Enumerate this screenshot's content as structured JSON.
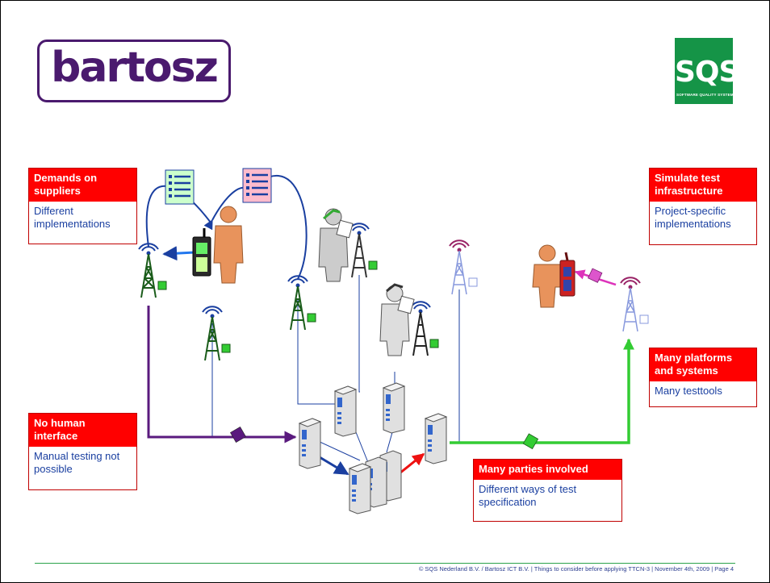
{
  "logos": {
    "left_text": "bartosz",
    "right_text": "SQS",
    "right_subtext": "SOFTWARE QUALITY SYSTEMS"
  },
  "callouts": {
    "demands": {
      "title": "Demands on suppliers",
      "body": "Different implementations"
    },
    "simulate": {
      "title": "Simulate test infrastructure",
      "body": "Project-specific implementations"
    },
    "platforms": {
      "title": "Many platforms and systems",
      "body": "Many testtools"
    },
    "nohuman": {
      "title": "No human interface",
      "body": "Manual testing not possible"
    },
    "parties": {
      "title": "Many parties involved",
      "body": "Different ways of test specification"
    }
  },
  "footer": {
    "text": "© SQS Nederland B.V. / Bartosz ICT B.V.  |  Things to consider before applying TTCN-3  | November 4th, 2009  |  Page 4"
  },
  "colors": {
    "callout_header": "#ff0000",
    "callout_text": "#1a3fa0",
    "purple_link": "#5a1a7e",
    "green_link": "#33cc33",
    "blue_link": "#1a3fa0",
    "footer_line": "#2aa34a"
  }
}
